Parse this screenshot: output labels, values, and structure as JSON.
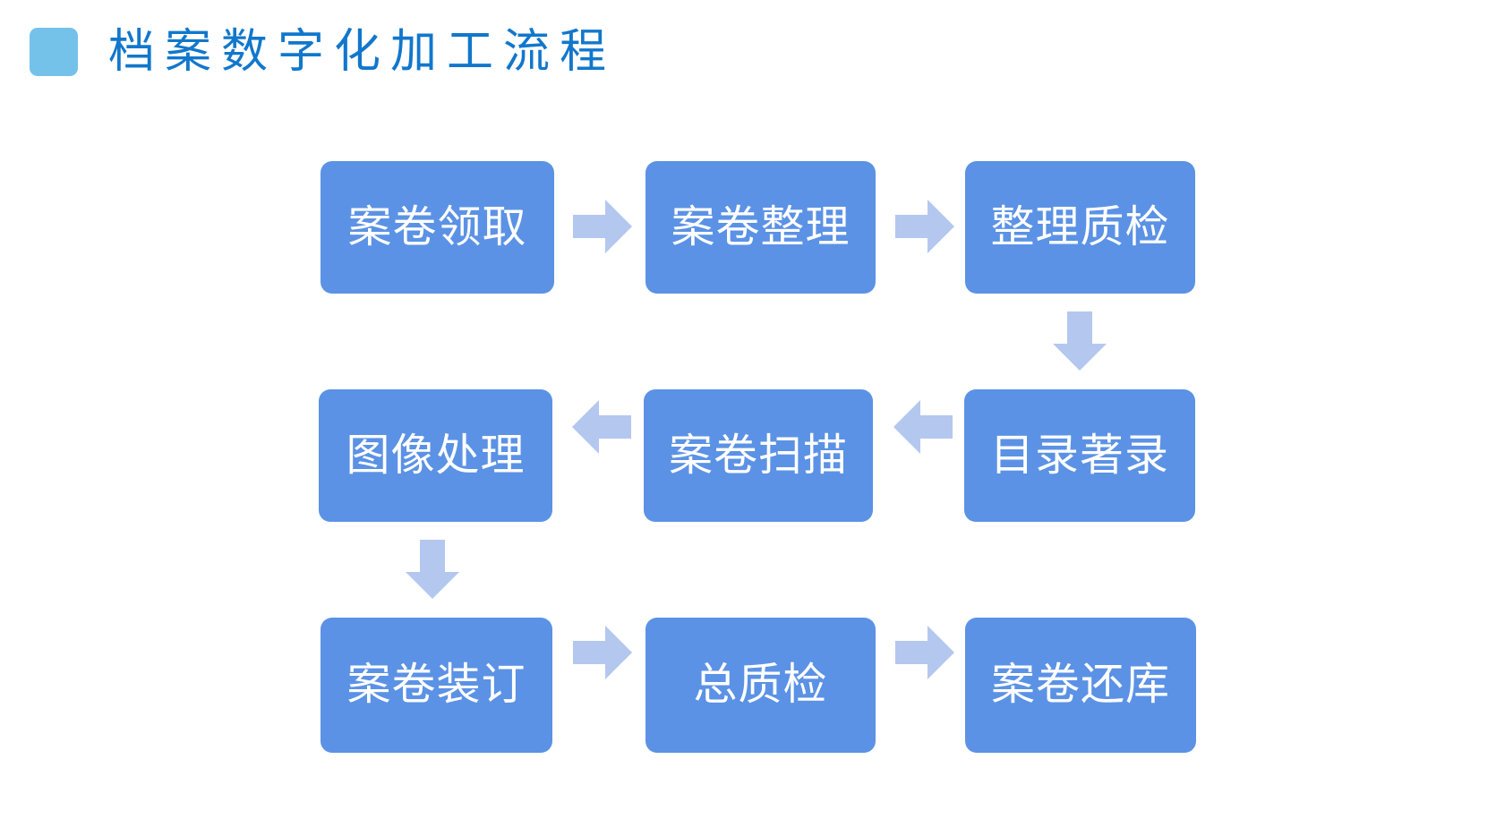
{
  "header": {
    "bullet_icon": "rounded-square-bullet",
    "bullet_color": "#74c2ea",
    "title": "档案数字化加工流程",
    "title_color": "#1177cc"
  },
  "theme": {
    "node_fill": "#5b92e5",
    "node_text": "#ffffff",
    "arrow_fill": "#b4c7ef",
    "background": "#ffffff"
  },
  "diagram": {
    "type": "process-flow",
    "flow_direction": "serpentine",
    "rows": [
      {
        "index": 1,
        "direction": "left-to-right",
        "nodes": [
          {
            "id": "n1",
            "label": "案卷领取"
          },
          {
            "id": "n2",
            "label": "案卷整理"
          },
          {
            "id": "n3",
            "label": "整理质检"
          }
        ],
        "connectors": [
          {
            "icon": "arrow-right-icon",
            "from": "n1",
            "to": "n2"
          },
          {
            "icon": "arrow-right-icon",
            "from": "n2",
            "to": "n3"
          }
        ]
      },
      {
        "index": 2,
        "direction": "right-to-left",
        "nodes": [
          {
            "id": "n6",
            "label": "图像处理"
          },
          {
            "id": "n5",
            "label": "案卷扫描"
          },
          {
            "id": "n4",
            "label": "目录著录"
          }
        ],
        "connectors": [
          {
            "icon": "arrow-left-icon",
            "from": "n5",
            "to": "n6"
          },
          {
            "icon": "arrow-left-icon",
            "from": "n4",
            "to": "n5"
          }
        ]
      },
      {
        "index": 3,
        "direction": "left-to-right",
        "nodes": [
          {
            "id": "n7",
            "label": "案卷装订"
          },
          {
            "id": "n8",
            "label": "总质检"
          },
          {
            "id": "n9",
            "label": "案卷还库"
          }
        ],
        "connectors": [
          {
            "icon": "arrow-right-icon",
            "from": "n7",
            "to": "n8"
          },
          {
            "icon": "arrow-right-icon",
            "from": "n8",
            "to": "n9"
          }
        ]
      }
    ],
    "vertical_connectors": [
      {
        "icon": "arrow-down-icon",
        "from": "n3",
        "to": "n4",
        "column": 3
      },
      {
        "icon": "arrow-down-icon",
        "from": "n6",
        "to": "n7",
        "column": 1
      }
    ],
    "sequence": [
      "案卷领取",
      "案卷整理",
      "整理质检",
      "目录著录",
      "案卷扫描",
      "图像处理",
      "案卷装订",
      "总质检",
      "案卷还库"
    ]
  }
}
